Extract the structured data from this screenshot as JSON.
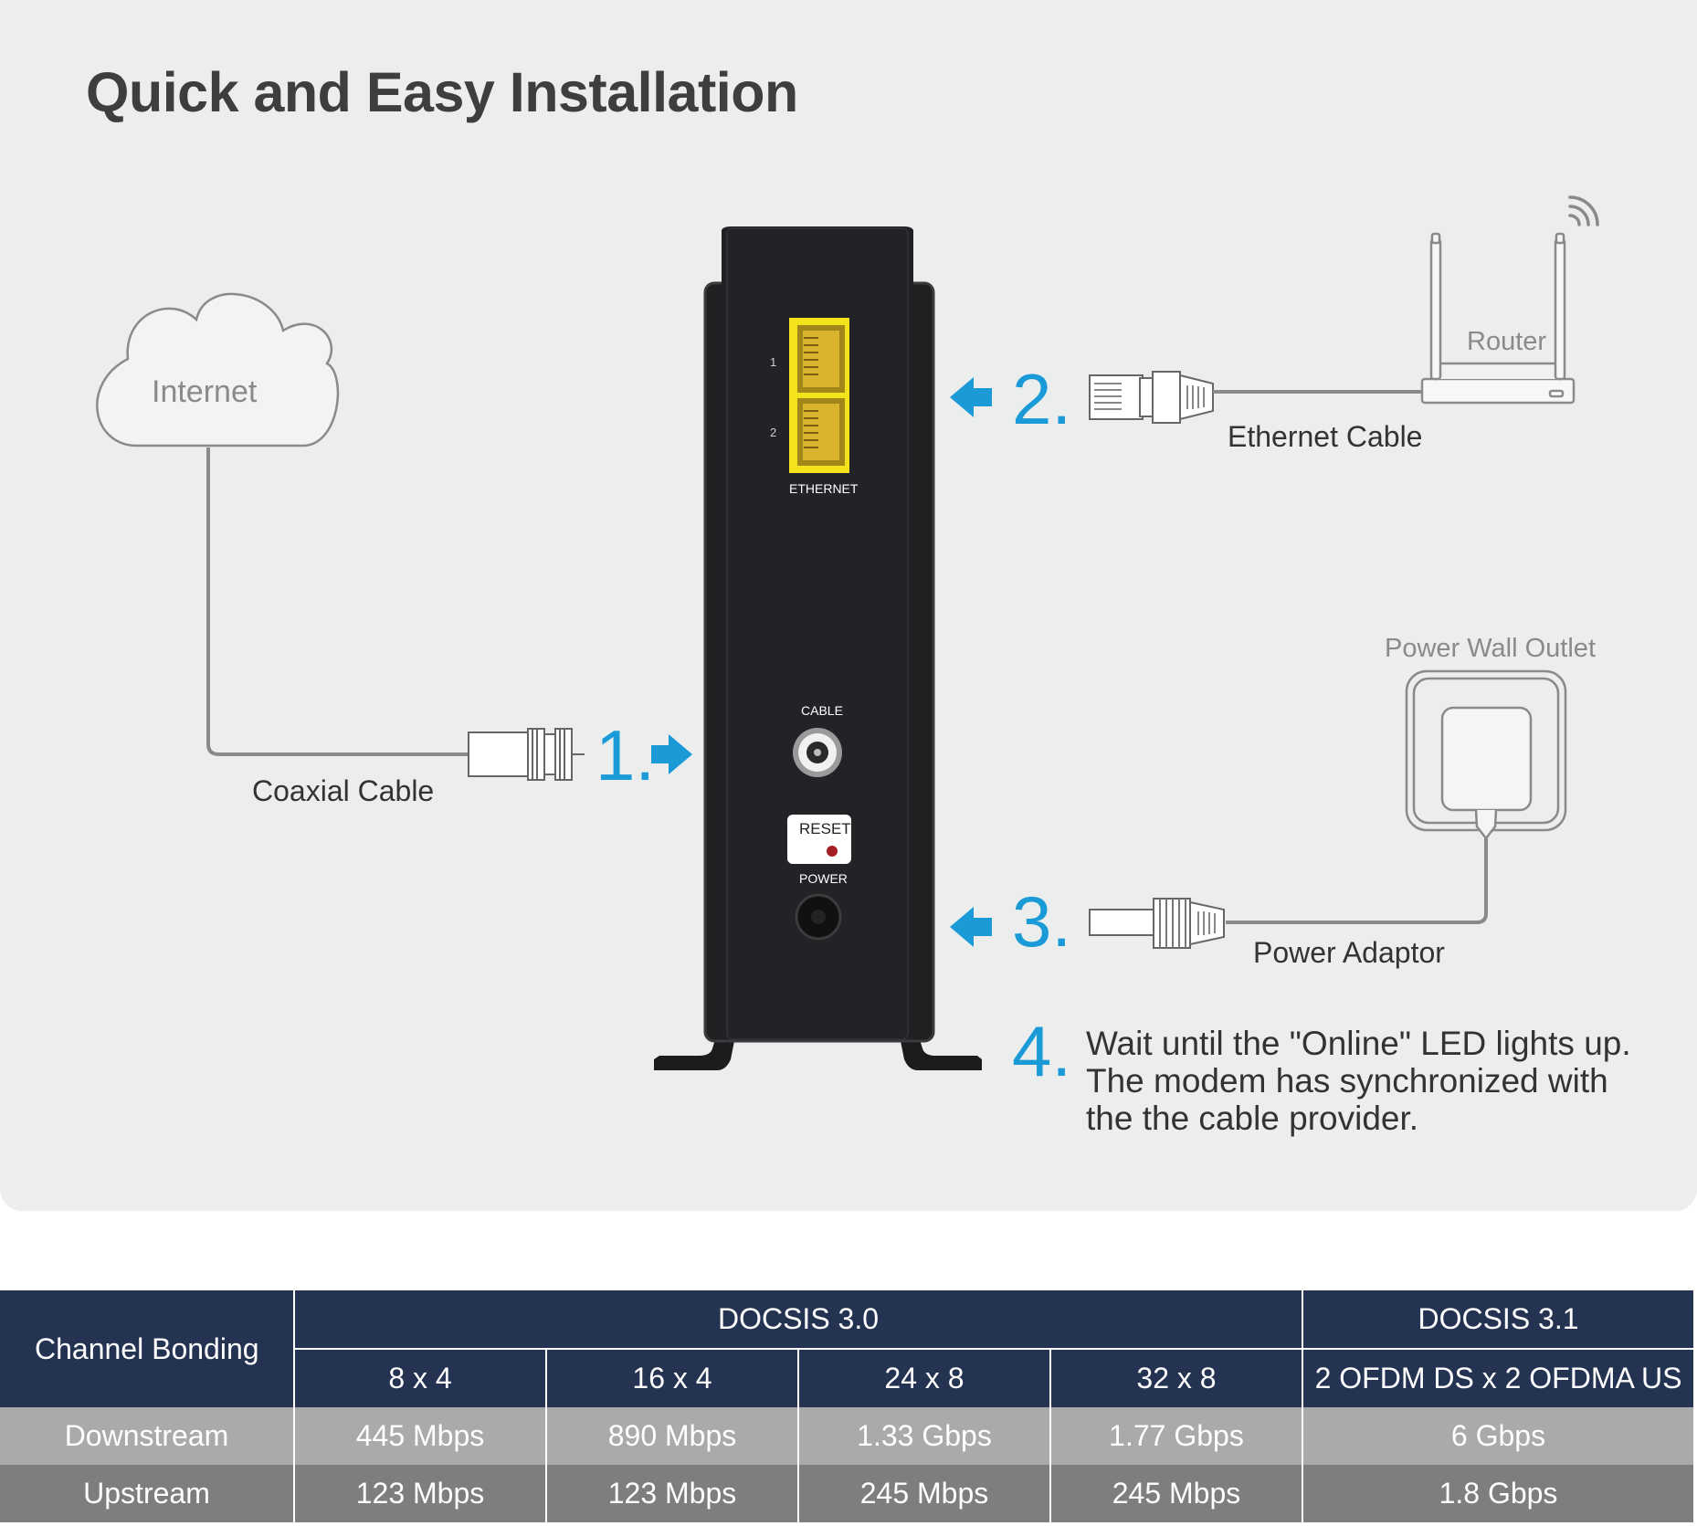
{
  "title": "Quick and Easy Installation",
  "diagram": {
    "internet_label": "Internet",
    "router_label": "Router",
    "ethernet_cable_label": "Ethernet Cable",
    "coaxial_cable_label": "Coaxial Cable",
    "power_outlet_label": "Power Wall Outlet",
    "power_adaptor_label": "Power Adaptor",
    "steps": [
      "1.",
      "2.",
      "3.",
      "4."
    ],
    "step4_text": "Wait until the \"Online\" LED lights up. The modem has synchronized with the the cable provider.",
    "modem": {
      "port1": "1",
      "port2": "2",
      "ethernet": "ETHERNET",
      "cable": "CABLE",
      "reset": "RESET",
      "power": "POWER"
    },
    "colors": {
      "accent": "#1a9ad6",
      "port_yellow": "#f4e21c",
      "modem_body": "#1f2022",
      "reset_led": "#a31f24"
    }
  },
  "table": {
    "row_header": "Channel Bonding",
    "groups": [
      "DOCSIS 3.0",
      "DOCSIS 3.1"
    ],
    "columns": [
      "8 x 4",
      "16 x 4",
      "24 x 8",
      "32 x 8",
      "2 OFDM DS x 2 OFDMA US"
    ],
    "rows": [
      {
        "label": "Downstream",
        "values": [
          "445 Mbps",
          "890 Mbps",
          "1.33 Gbps",
          "1.77 Gbps",
          "6 Gbps"
        ]
      },
      {
        "label": "Upstream",
        "values": [
          "123 Mbps",
          "123 Mbps",
          "245 Mbps",
          "245 Mbps",
          "1.8 Gbps"
        ]
      }
    ],
    "colors": {
      "header": "#253353",
      "downstream_row": "#a9aaac",
      "upstream_row": "#7d7e80"
    }
  }
}
